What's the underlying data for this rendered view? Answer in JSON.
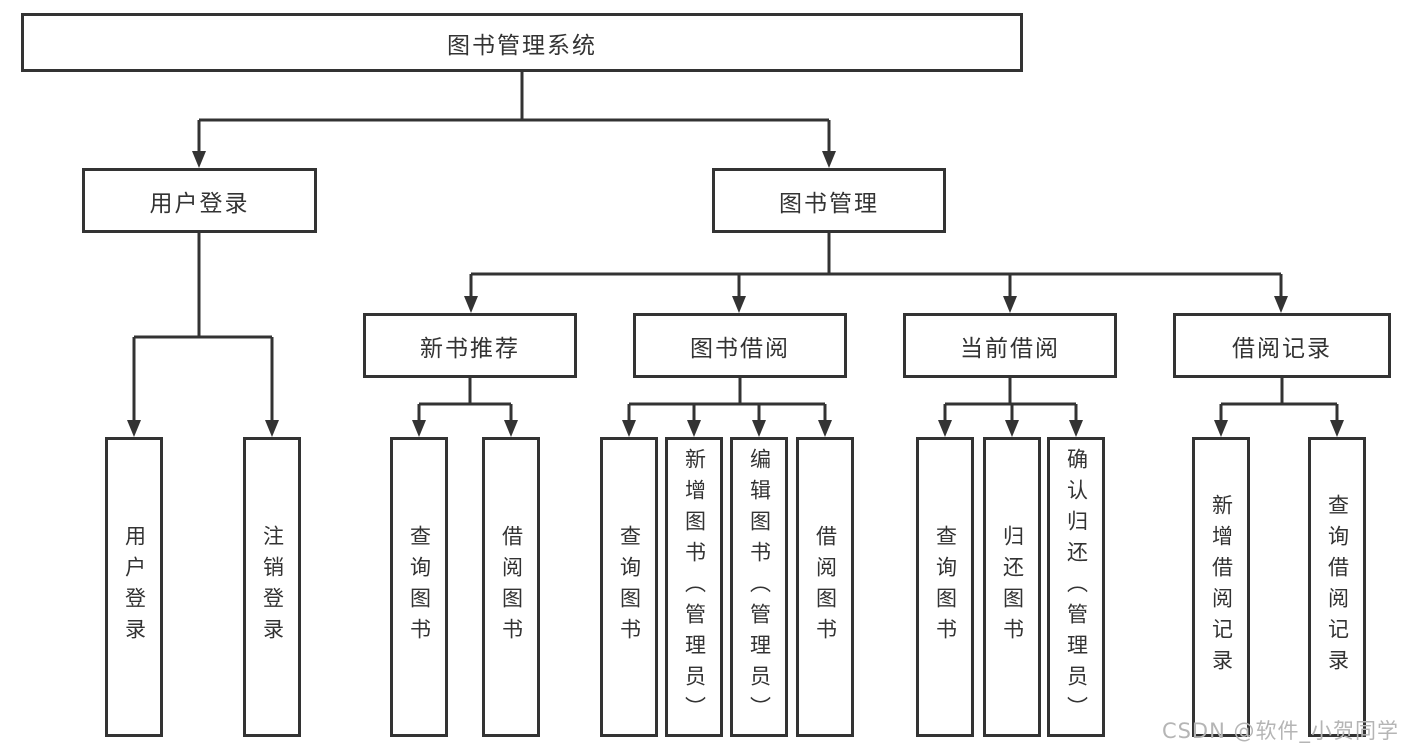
{
  "diagram": {
    "root": {
      "label": "图书管理系统"
    },
    "level2": {
      "user_login": {
        "label": "用户登录"
      },
      "book_mgmt": {
        "label": "图书管理"
      }
    },
    "level3": {
      "new_book_rec": {
        "label": "新书推荐"
      },
      "book_borrow": {
        "label": "图书借阅"
      },
      "current_borrow": {
        "label": "当前借阅"
      },
      "borrow_record": {
        "label": "借阅记录"
      }
    },
    "leaves": {
      "login": {
        "label": "用户登录"
      },
      "logout": {
        "label": "注销登录"
      },
      "query_book_rec": {
        "label": "查询图书"
      },
      "borrow_book_rec": {
        "label": "借阅图书"
      },
      "query_book_borrow": {
        "label": "查询图书"
      },
      "add_book": {
        "label": "新增图书（管理员）"
      },
      "edit_book": {
        "label": "编辑图书（管理员）"
      },
      "borrow_book": {
        "label": "借阅图书"
      },
      "query_book_current": {
        "label": "查询图书"
      },
      "return_book": {
        "label": "归还图书"
      },
      "confirm_return": {
        "label": "确认归还（管理员）"
      },
      "add_borrow_record": {
        "label": "新增借阅记录"
      },
      "query_borrow_record": {
        "label": "查询借阅记录"
      }
    }
  },
  "watermark": {
    "text": "CSDN @软件_小贺同学"
  },
  "colors": {
    "line": "#333333",
    "box_border": "#333333",
    "box_fill": "#ffffff",
    "text": "#333333",
    "watermark": "#b5b5b5",
    "background": "#ffffff"
  }
}
